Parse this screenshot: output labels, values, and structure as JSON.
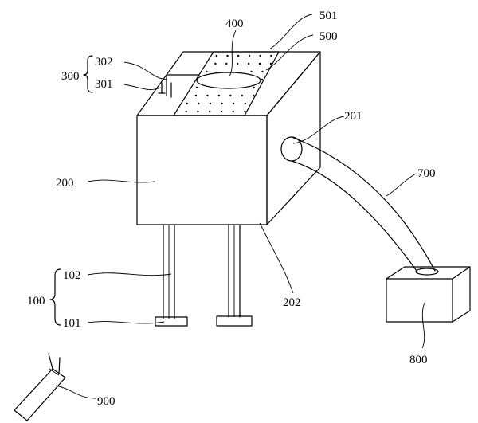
{
  "labels": {
    "l100": "100",
    "l101": "101",
    "l102": "102",
    "l200": "200",
    "l201": "201",
    "l202": "202",
    "l300": "300",
    "l301": "301",
    "l302": "302",
    "l400": "400",
    "l500": "500",
    "l501": "501",
    "l700": "700",
    "l800": "800",
    "l900": "900"
  }
}
